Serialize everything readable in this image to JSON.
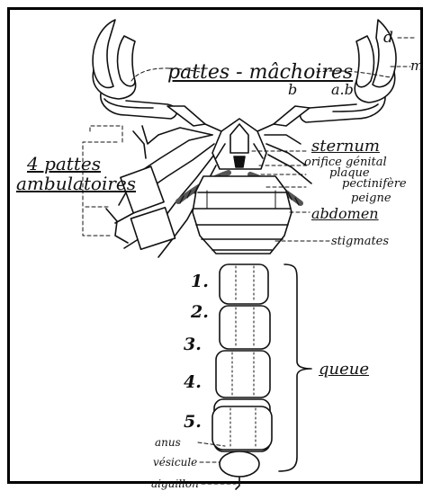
{
  "labels": {
    "d": "d",
    "m": "m",
    "pattes_machoires": "pattes - mâchoires",
    "b": "b",
    "ab": "a.b",
    "pattes_ambulatoires_1": "4 pattes",
    "pattes_ambulatoires_2": "ambulatoires",
    "sternum": "sternum",
    "orifice_genital": "orifice génital",
    "plaque_pectinifere_1": "plaque",
    "plaque_pectinifere_2": "pectinifère",
    "peigne": "peigne",
    "abdomen": "abdomen",
    "stigmates": "stigmates",
    "queue": "queue",
    "anus": "anus",
    "vesicule": "vésicule",
    "aiguillon": "aiguillon"
  },
  "tail_segments": [
    "1.",
    "2.",
    "3.",
    "4.",
    "5."
  ],
  "colors": {
    "ink": "#111111",
    "background": "#ffffff"
  }
}
